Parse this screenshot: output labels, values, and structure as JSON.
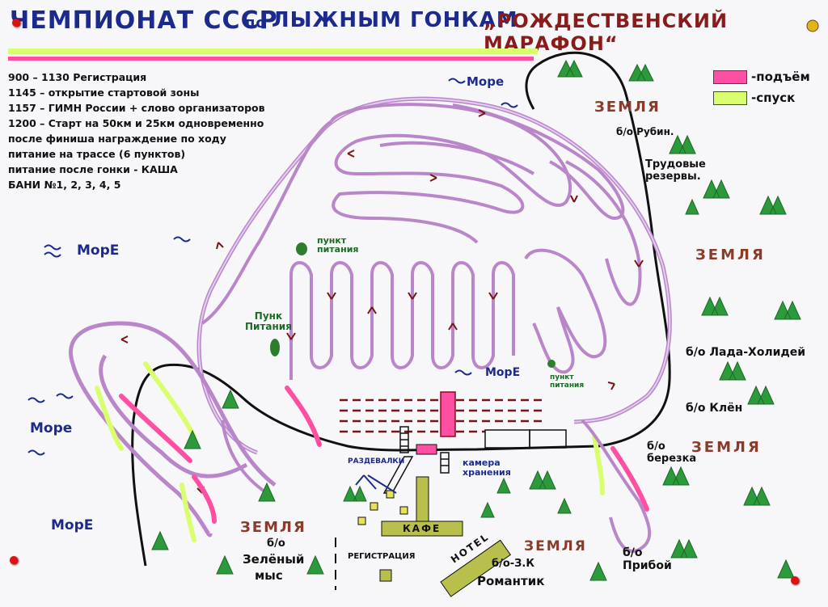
{
  "header": {
    "title_main": "ЧЕМПИОНАТ СССР",
    "title_small": "по",
    "title_rest": "ЛЫЖНЫМ ГОНКАМ",
    "event_name": "„РОЖДЕСТВЕНСКИЙ МАРАФОН“"
  },
  "schedule": [
    "900 – 1130 Регистрация",
    "1145 – открытие стартовой зоны",
    "1157 – ГИМН России + слово организаторов",
    "1200 – Старт на 50км и 25км одновременно",
    "после финиша награждение по ходу",
    "питание на трассе (6 пунктов)",
    "питание после гонки - КАША",
    "БАНИ №1, 2, 3, 4, 5"
  ],
  "legend": [
    {
      "label": "-подъём",
      "color": "#ff4fa3"
    },
    {
      "label": "-спуск",
      "color": "#d9ff6e"
    }
  ],
  "sea_labels": [
    "Море",
    "МорЕ",
    "Море",
    "МорЕ",
    "МорЕ"
  ],
  "land_labels": [
    "ЗЕМЛЯ",
    "ЗЕМЛЯ",
    "ЗЕМЛЯ",
    "ЗЕМЛЯ",
    "ЗЕМЛЯ"
  ],
  "places": {
    "rubin": "б/о Рубин.",
    "trud": "Трудовые резервы.",
    "lada": "б/о Лада-Холидей",
    "klen": "б/о Клён",
    "berezka": "б/о березка",
    "priboy": "б/о Прибой",
    "zel_1": "б/о",
    "zel_2": "Зелёный",
    "zel_3": "мыс",
    "romantik_1": "б/о-З.К",
    "romantik_2": "Романтик"
  },
  "feeding_points": {
    "fp1_a": "пункт",
    "fp1_b": "питания",
    "fp2_a": "Пунк",
    "fp2_b": "Питания",
    "fp3_a": "пункт",
    "fp3_b": "питания"
  },
  "facilities": {
    "razdevalka": "РАЗДЕВАЛКИ",
    "kamera_1": "камера",
    "kamera_2": "хранения",
    "kafe": "КАФЕ",
    "registration": "РЕГИСТРАЦИЯ",
    "hotel": "HOTEL"
  },
  "colors": {
    "track": "#b987c9",
    "track_fill": "#e4cdee",
    "arrow": "#7a1414",
    "climb": "#ff4fa3",
    "descent": "#d9ff6e",
    "tree": "#2c9a3a",
    "coast": "#111111",
    "building": "#b9bf4d"
  }
}
